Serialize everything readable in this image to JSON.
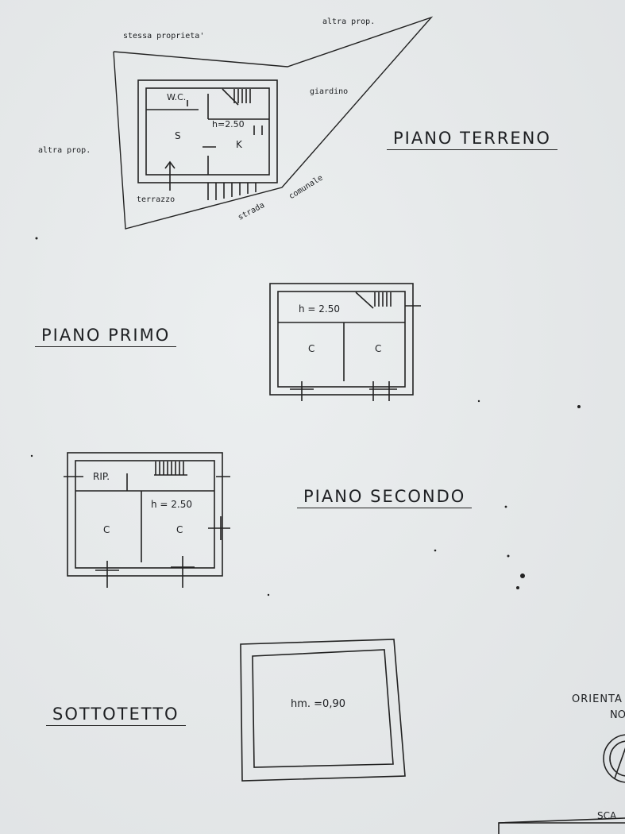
{
  "ground_floor": {
    "title": "PIANO TERRENO",
    "neighbors": {
      "same_property": "stessa proprieta'",
      "other_property_top": "altra prop.",
      "other_property_left": "altra prop."
    },
    "garden": "giardino",
    "terrace": "terrazzo",
    "road_1": "strada",
    "road_2": "comunale",
    "rooms": {
      "wc": "W.C.",
      "s": "S",
      "k": "K"
    },
    "height": "h=2.50"
  },
  "first_floor": {
    "title": "PIANO PRIMO",
    "height": "h = 2.50",
    "rooms": [
      "C",
      "C"
    ]
  },
  "second_floor": {
    "title": "PIANO SECONDO",
    "height": "h = 2.50",
    "storage": "RIP.",
    "rooms": [
      "C",
      "C"
    ]
  },
  "attic": {
    "title": "SOTTOTETTO",
    "height": "hm. =0,90"
  },
  "orientation": {
    "label": "ORIENTA",
    "north": "NO"
  },
  "scale": {
    "label": "SCA"
  },
  "colors": {
    "ink": "#1d1f22",
    "paper": "#e6e9ea"
  }
}
